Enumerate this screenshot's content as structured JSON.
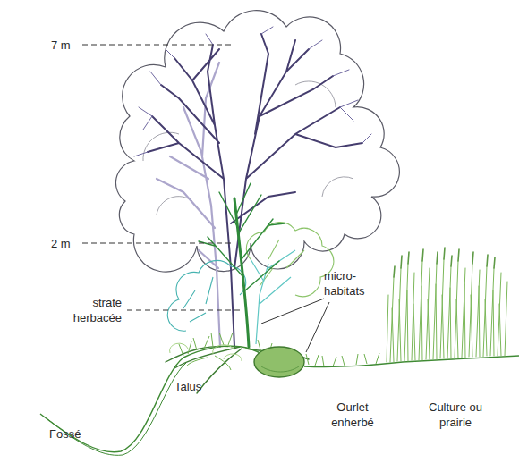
{
  "diagram": {
    "labels": [
      "7 m",
      "2 m",
      "strate herbacée",
      "micro-habitats",
      "Talus",
      "Ourlet enherbé",
      "Culture ou prairie",
      "Fossé"
    ]
  }
}
